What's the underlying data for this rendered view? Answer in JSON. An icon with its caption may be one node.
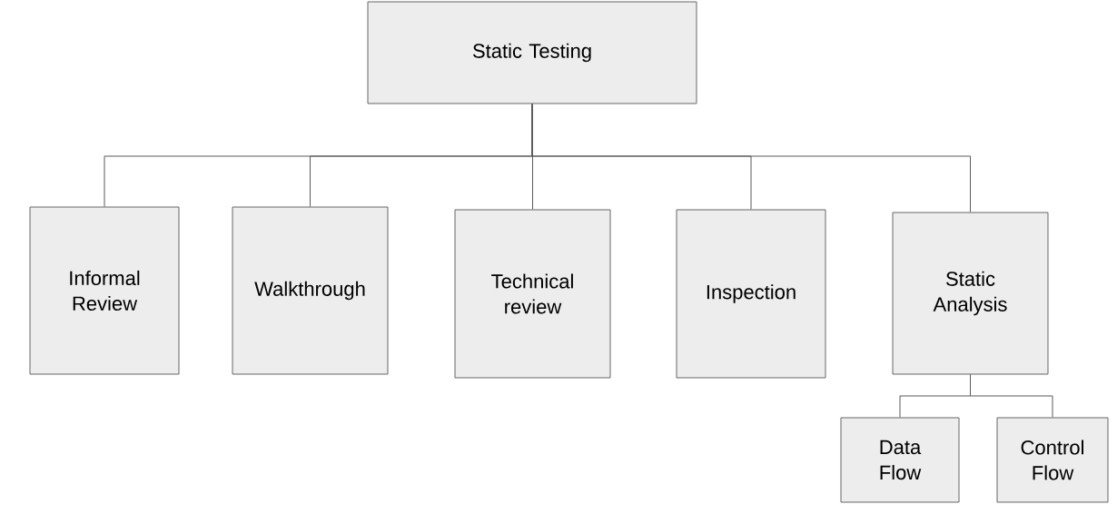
{
  "diagram": {
    "nodes": [
      {
        "text": [
          "Static Testing"
        ]
      },
      {
        "text": [
          "Informal Review"
        ]
      },
      {
        "text": [
          "Walkthrough"
        ]
      },
      {
        "text": [
          "Technical review"
        ]
      },
      {
        "text": [
          "Inspection"
        ]
      },
      {
        "text": [
          "Static Analysis"
        ]
      },
      {
        "text": [
          "Data Flow"
        ]
      },
      {
        "text": [
          "Control Flow"
        ]
      }
    ],
    "edges": [
      {
        "from": 0,
        "to": 1,
        "arrow": "none"
      },
      {
        "from": 0,
        "to": 2,
        "arrow": "none"
      },
      {
        "from": 0,
        "to": 3,
        "arrow": "none"
      },
      {
        "from": 0,
        "to": 4,
        "arrow": "none"
      },
      {
        "from": 0,
        "to": 5,
        "arrow": "none"
      },
      {
        "from": 5,
        "to": 6,
        "arrow": "none"
      },
      {
        "from": 5,
        "to": 7,
        "arrow": "none"
      }
    ]
  }
}
